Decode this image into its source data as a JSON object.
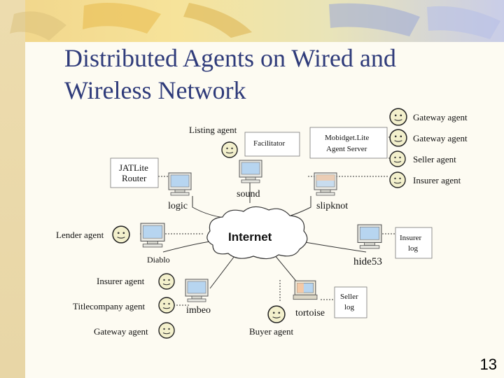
{
  "slide": {
    "title_line1": "Distributed Agents on Wired and",
    "title_line2": "Wireless Network",
    "page_number": "13"
  },
  "diagram": {
    "internet_label": "Internet",
    "agent_labels": {
      "gateway_1": "Gateway agent",
      "gateway_2": "Gateway agent",
      "seller": "Seller agent",
      "insurer_top": "Insurer agent",
      "listing": "Listing agent",
      "lender": "Lender agent",
      "insurer_left": "Insurer agent",
      "titlecompany": "Titlecompany agent",
      "gateway_left": "Gateway agent",
      "buyer": "Buyer agent"
    },
    "boxes": {
      "facilitator": "Facilitator",
      "mobidget_line1": "Mobidget.Lite",
      "mobidget_line2": "Agent Server",
      "jatlite_line1": "JATLite",
      "jatlite_line2": "Router",
      "insurer_log_line1": "Insurer",
      "insurer_log_line2": "log",
      "seller_log_line1": "Seller",
      "seller_log_line2": "log"
    },
    "hosts": {
      "sound": "sound",
      "logic": "logic",
      "slipknot": "slipknot",
      "diablo": "Diablo",
      "hide53": "hide53",
      "imbeo": "imbeo",
      "tortoise": "tortoise"
    }
  }
}
